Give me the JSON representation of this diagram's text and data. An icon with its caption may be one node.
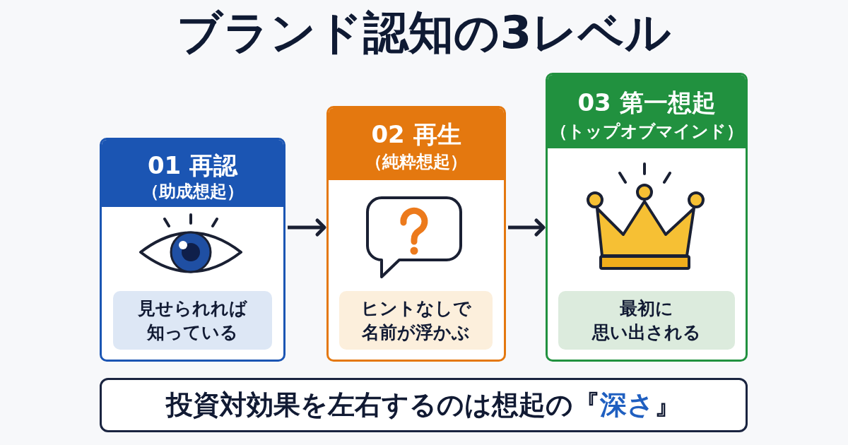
{
  "diagram": {
    "title": "ブランド認知の3レベル",
    "nodes": [
      {
        "text": [
          "01 再認",
          "（助成想起）"
        ]
      },
      {
        "text": [
          "見せられれば知っている"
        ],
        "in": 0
      },
      {
        "text": [
          "02 再生",
          "（純粋想起）"
        ]
      },
      {
        "text": [
          "ヒントなしで名前が浮かぶ"
        ],
        "in": 2
      },
      {
        "text": [
          "03 第一想起",
          "（トップオブマインド）"
        ]
      },
      {
        "text": [
          "最初に思い出される"
        ],
        "in": 4
      },
      {
        "text": [
          "投資対効果を左右するのは想起の『**深さ**』"
        ]
      }
    ],
    "edges": [
      {
        "from": 0,
        "to": 2,
        "arrow": "to"
      },
      {
        "from": 2,
        "to": 4,
        "arrow": "to"
      }
    ]
  }
}
